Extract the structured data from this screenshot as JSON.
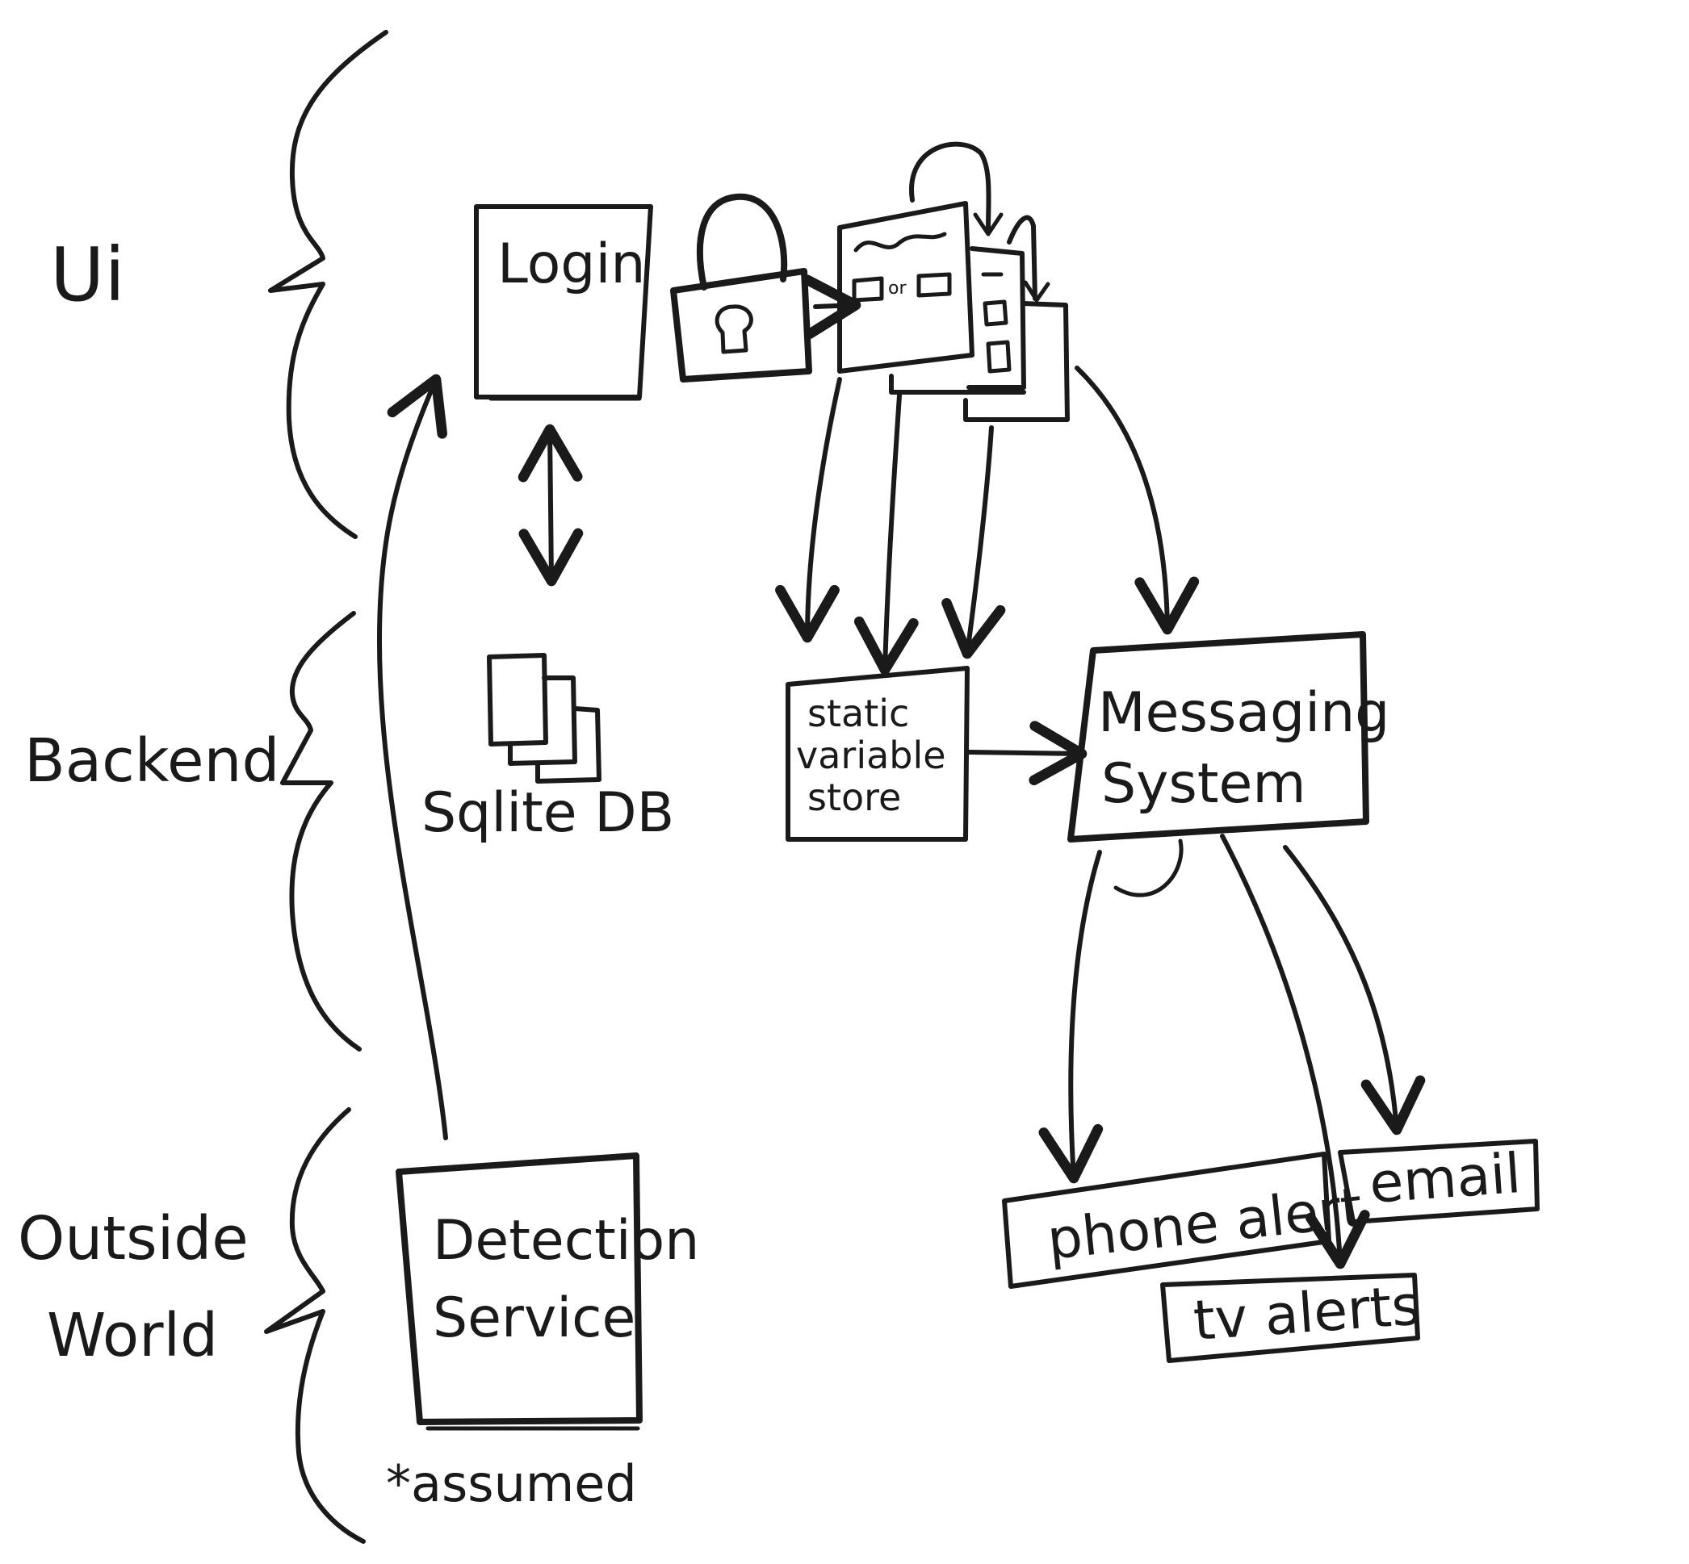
{
  "tiers": {
    "ui": "Ui",
    "backend": "Backend",
    "outside_line1": "Outside",
    "outside_line2": "World"
  },
  "nodes": {
    "login": "Login",
    "sqlite": "Sqlite DB",
    "dashboard_or": "or",
    "static_line1": "static",
    "static_line2": "variable",
    "static_line3": "store",
    "messaging_line1": "Messaging",
    "messaging_line2": "System",
    "detection_line1": "Detection",
    "detection_line2": "Service",
    "assumed_note": "*assumed",
    "phone_alert": "phone alert",
    "email": "email",
    "tv_alerts": "tv alerts"
  },
  "icons": {
    "lock": "lock-icon",
    "database": "database-icon",
    "dashboard": "dashboard-screens-icon"
  },
  "colors": {
    "ink": "#1a1a1a",
    "background": "#ffffff"
  }
}
